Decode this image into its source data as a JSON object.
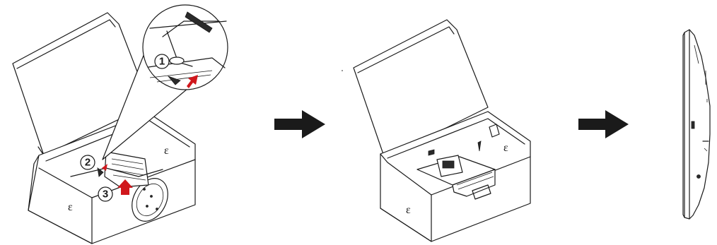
{
  "steps": [
    {
      "number": "1"
    },
    {
      "number": "2"
    },
    {
      "number": "3"
    }
  ],
  "box_glyph": "ɛ",
  "colors": {
    "line": "#1a1a1a",
    "arrow": "#1a1a1a",
    "push_arrow": "#d0171c"
  },
  "icons": [
    "arrow-right-icon",
    "arrow-up-icon"
  ]
}
